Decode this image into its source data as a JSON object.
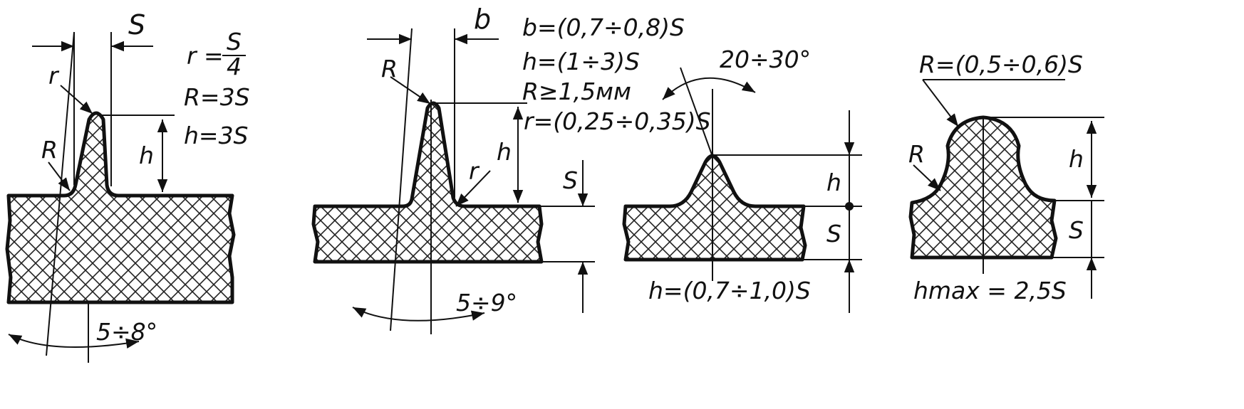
{
  "figures": [
    {
      "id": "fig1",
      "labels": {
        "width": "S",
        "r_eq_num": "S",
        "r_eq_den": "4",
        "r_eq_prefix": "r =",
        "R_eq": "R=3S",
        "h_eq": "h=3S",
        "r": "r",
        "R": "R",
        "h": "h",
        "angle": "5÷8°"
      }
    },
    {
      "id": "fig2",
      "labels": {
        "width": "b",
        "b_eq": "b=(0,7÷0,8)S",
        "h_eq": "h=(1÷3)S",
        "R_eq": "R≥1,5мм",
        "r_eq": "r=(0,25÷0,35)S",
        "R": "R",
        "r": "r",
        "h": "h",
        "S": "S",
        "angle": "5÷9°"
      }
    },
    {
      "id": "fig3",
      "labels": {
        "angle": "20÷30°",
        "h": "h",
        "S": "S",
        "h_eq": "h=(0,7÷1,0)S"
      }
    },
    {
      "id": "fig4",
      "labels": {
        "R_eq": "R=(0,5÷0,6)S",
        "R": "R",
        "h": "h",
        "S": "S",
        "hmax_eq": "hmax = 2,5S"
      }
    }
  ]
}
